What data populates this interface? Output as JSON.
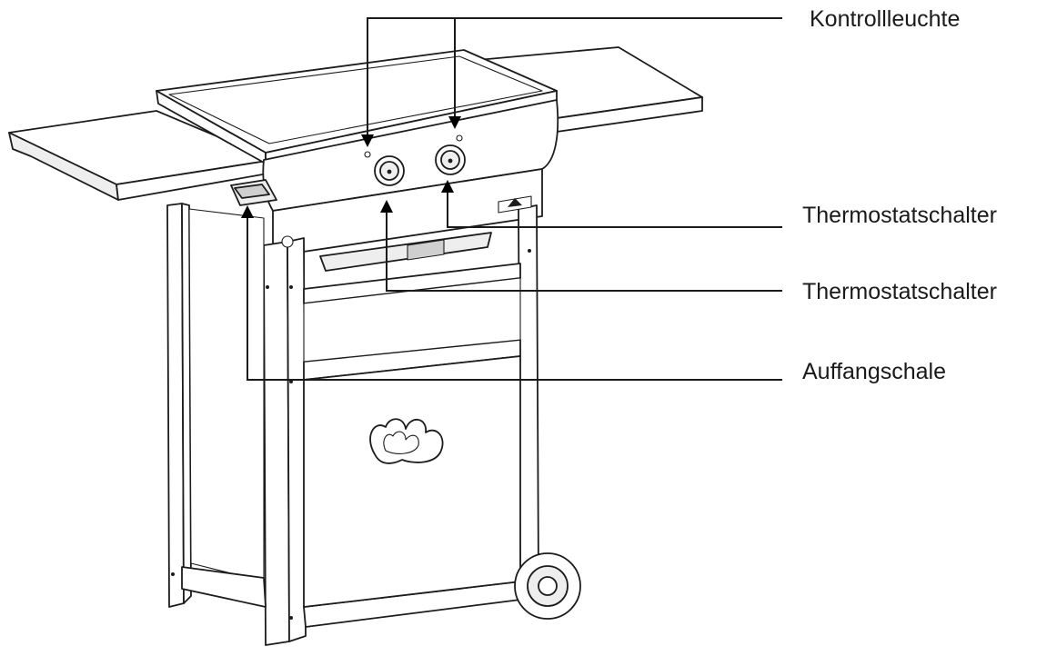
{
  "callouts": [
    {
      "id": "kontrollleuchte",
      "label": "Kontrollleuchte"
    },
    {
      "id": "thermostat-right",
      "label": "Thermostatschalter"
    },
    {
      "id": "thermostat-left",
      "label": "Thermostatschalter"
    },
    {
      "id": "auffangschale",
      "label": "Auffangschale"
    }
  ]
}
